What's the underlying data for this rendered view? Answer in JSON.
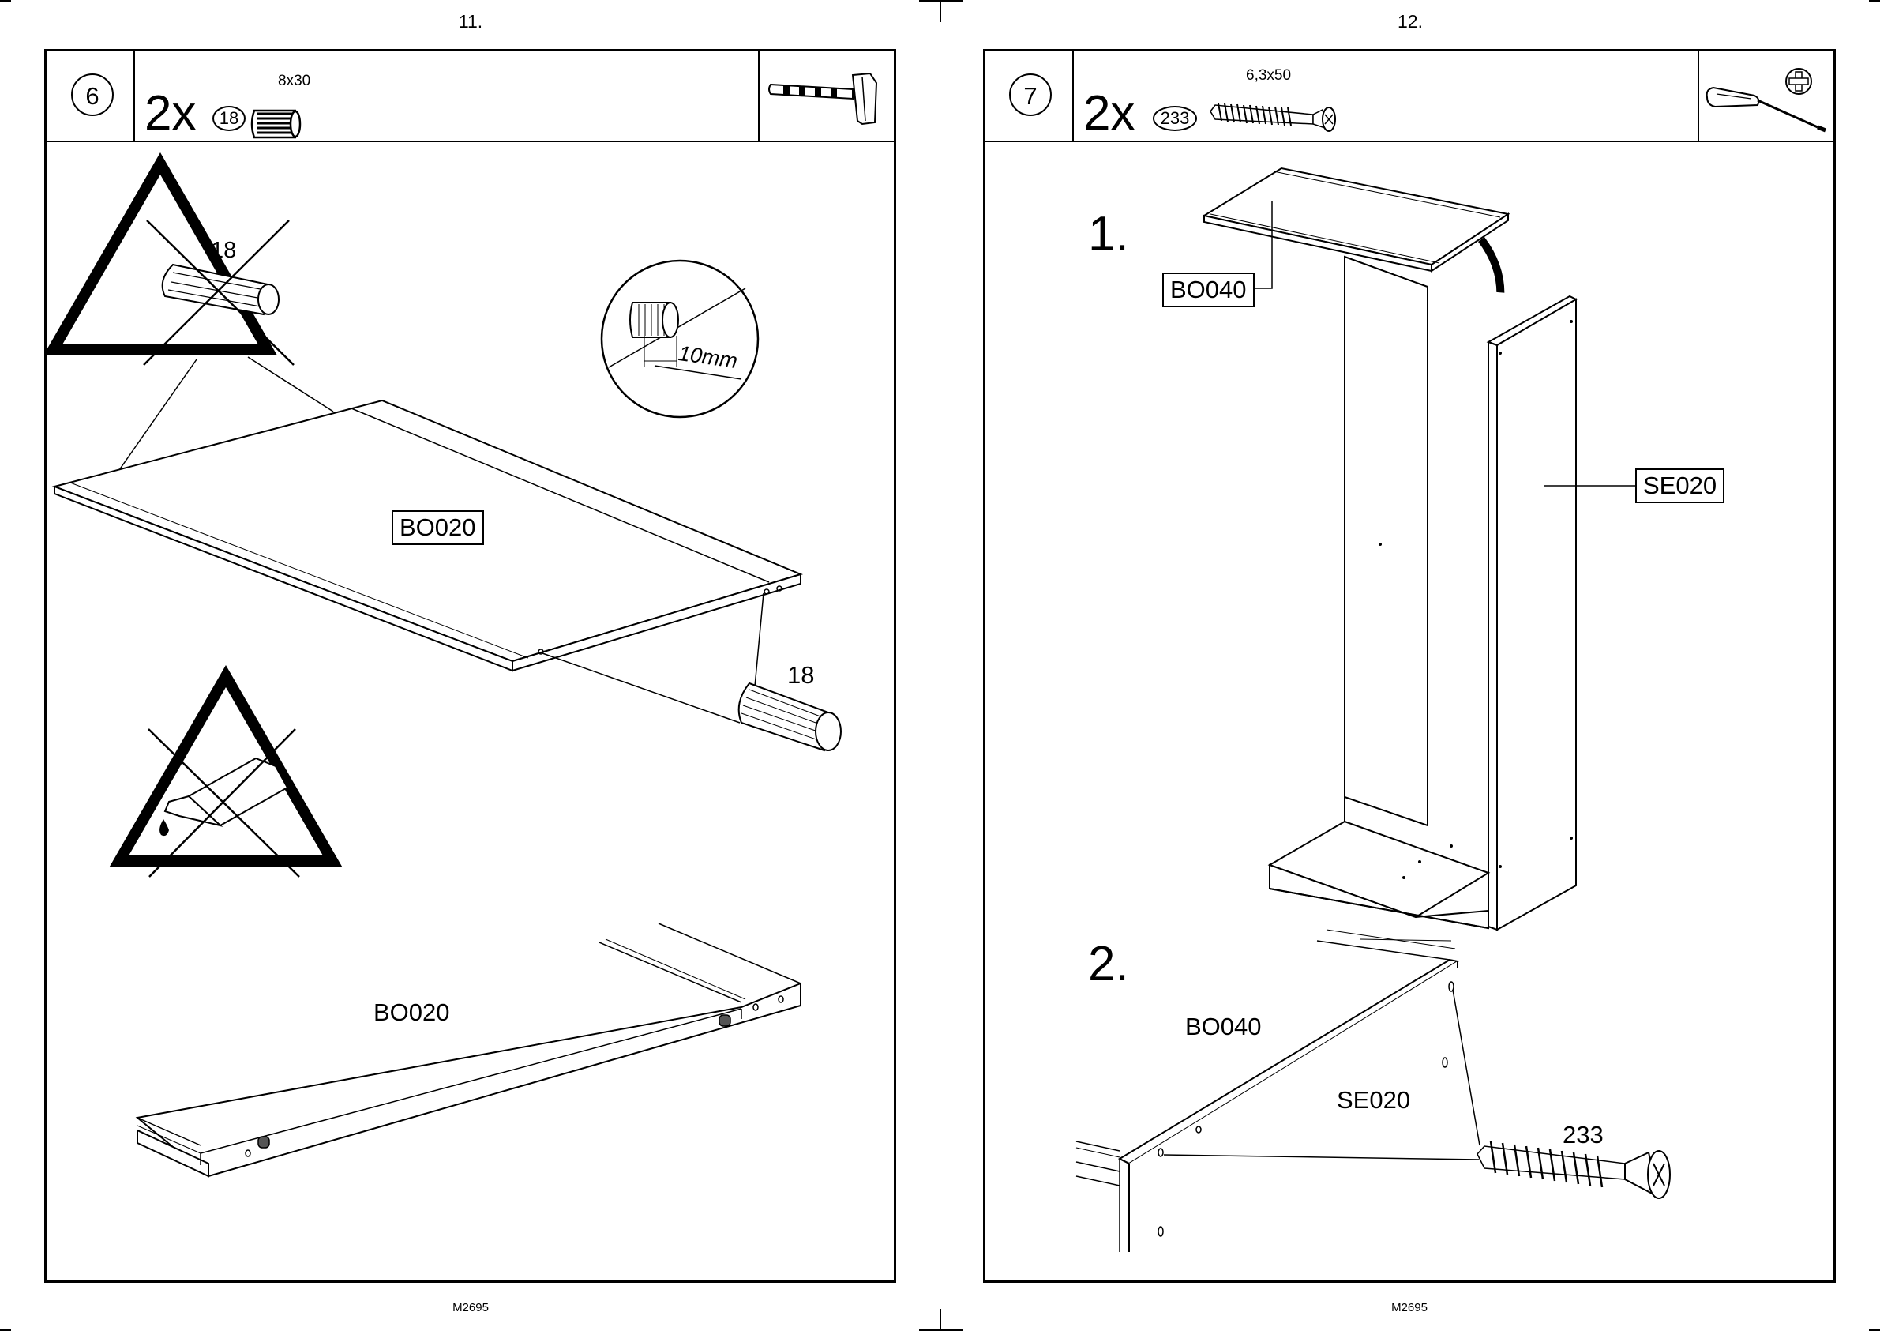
{
  "pages": [
    {
      "page_number": "11.",
      "footer": "M2695",
      "step": "6",
      "quantity": "2x",
      "part_number": "18",
      "part_size": "8x30",
      "tool_icon": "hammer-icon",
      "labels": {
        "warning_part": "18",
        "zoom_dimension": "10mm",
        "board_boxed": "BO020",
        "dowel_callout": "18",
        "board_detail": "BO020"
      },
      "warnings": [
        "no-direct-insertion-icon",
        "no-glue-icon"
      ]
    },
    {
      "page_number": "12.",
      "footer": "M2695",
      "step": "7",
      "quantity": "2x",
      "part_number": "233",
      "part_size": "6,3x50",
      "tool_icon": "phillips-screwdriver-icon",
      "labels": {
        "substep1": "1.",
        "board_top": "BO040",
        "side_panel": "SE020",
        "substep2": "2.",
        "detail_board": "BO040",
        "detail_side": "SE020",
        "screw_callout": "233"
      }
    }
  ]
}
